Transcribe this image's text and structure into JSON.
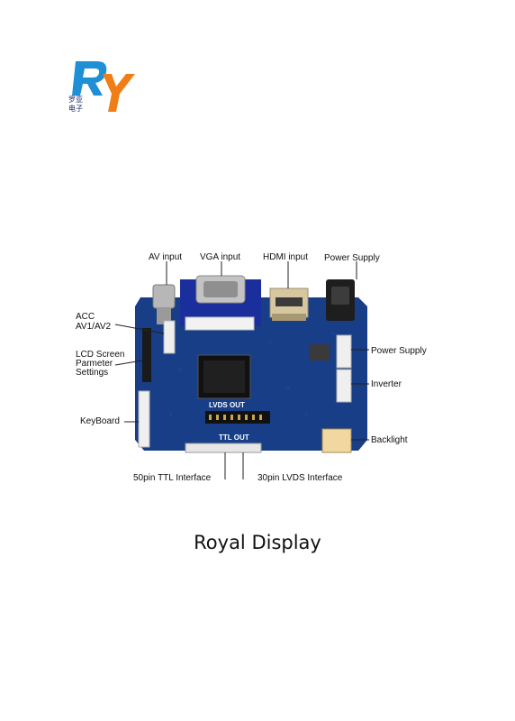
{
  "logo": {
    "letters": "RY",
    "subtitle_line1": "罗亚",
    "subtitle_line2": "电子",
    "colors": {
      "r": "#1f8fd6",
      "y": "#f07e17",
      "sub": "#1b2b6b"
    }
  },
  "board": {
    "pcb_color": "#173e86",
    "labels": {
      "av_input": "AV input",
      "vga_input": "VGA input",
      "hdmi_input": "HDMI input",
      "power_supply_top": "Power Supply",
      "acc": "ACC",
      "av1_av2": "AV1/AV2",
      "lcd_line1": "LCD Screen",
      "lcd_line2": "Parmeter",
      "lcd_line3": "Settings",
      "keyboard": "KeyBoard",
      "power_supply_right": "Power Supply",
      "inverter": "Inverter",
      "backlight": "Backlight",
      "ttl_interface": "50pin TTL Interface",
      "lvds_interface": "30pin LVDS Interface"
    },
    "silkscreen": {
      "lvds_out": "LVDS OUT",
      "ttl_out": "TTL OUT"
    }
  },
  "caption": "Royal Display"
}
